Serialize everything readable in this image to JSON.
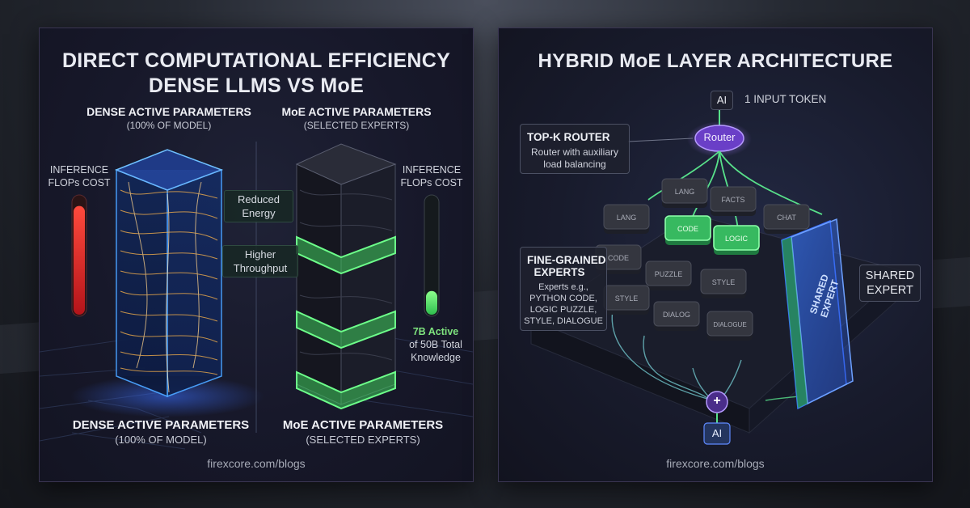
{
  "left": {
    "title_line1": "DIRECT COMPUTATIONAL EFFICIENCY",
    "title_line2": "DENSE LLMS VS MoE",
    "dense_top_title": "DENSE ACTIVE PARAMETERS",
    "dense_top_sub": "(100% OF MODEL)",
    "moe_top_title": "MoE ACTIVE PARAMETERS",
    "moe_top_sub": "(SELECTED EXPERTS)",
    "inference_left_1": "INFERENCE",
    "inference_left_2": "FLOPs COST",
    "inference_right_1": "INFERENCE",
    "inference_right_2": "FLOPs COST",
    "reduced_1": "Reduced",
    "reduced_2": "Energy",
    "higher_1": "Higher",
    "higher_2": "Throughput",
    "active_value": "7B Active",
    "active_total_1": "of 50B Total",
    "active_total_2": "Knowledge",
    "dense_bottom_title": "DENSE ACTIVE PARAMETERS",
    "dense_bottom_sub": "(100% OF MODEL)",
    "moe_bottom_title": "MoE ACTIVE PARAMETERS",
    "moe_bottom_sub": "(SELECTED EXPERTS)",
    "footer": "firexcore.com/blogs",
    "dense_cost_fill": 0.92,
    "moe_cost_fill": 0.2,
    "colors": {
      "dense": "#4aa3ff",
      "moe": "#53e07a",
      "danger": "#e0322e"
    }
  },
  "right": {
    "title": "HYBRID MoE LAYER ARCHITECTURE",
    "input_badge": "AI",
    "input_label": "1 INPUT TOKEN",
    "router_node": "Router",
    "router_box_title": "TOP-K ROUTER",
    "router_box_line1": "Router with auxiliary",
    "router_box_line2": "load balancing",
    "experts_box_title_1": "FINE-GRAINED",
    "experts_box_title_2": "EXPERTS",
    "experts_box_line1": "Experts e.g.,",
    "experts_box_line2": "PYTHON CODE,",
    "experts_box_line3": "LOGIC PUZZLE,",
    "experts_box_line4": "STYLE, DIALOGUE",
    "tiles": [
      "LANG",
      "FACTS",
      "LANG",
      "CODE",
      "LOGIC",
      "CHAT",
      "CODE",
      "PUZZLE",
      "STYLE",
      "STYLE",
      "DIALOG",
      "DIALOGUE"
    ],
    "shared_tile_1": "SHARED",
    "shared_tile_2": "EXPERT",
    "shared_label_1": "SHARED",
    "shared_label_2": "EXPERT",
    "sum_symbol": "+",
    "output_badge": "AI",
    "footer": "firexcore.com/blogs",
    "colors": {
      "active": "#58e08a",
      "router": "#8b5cf6",
      "shared": "#3b82f6"
    }
  }
}
